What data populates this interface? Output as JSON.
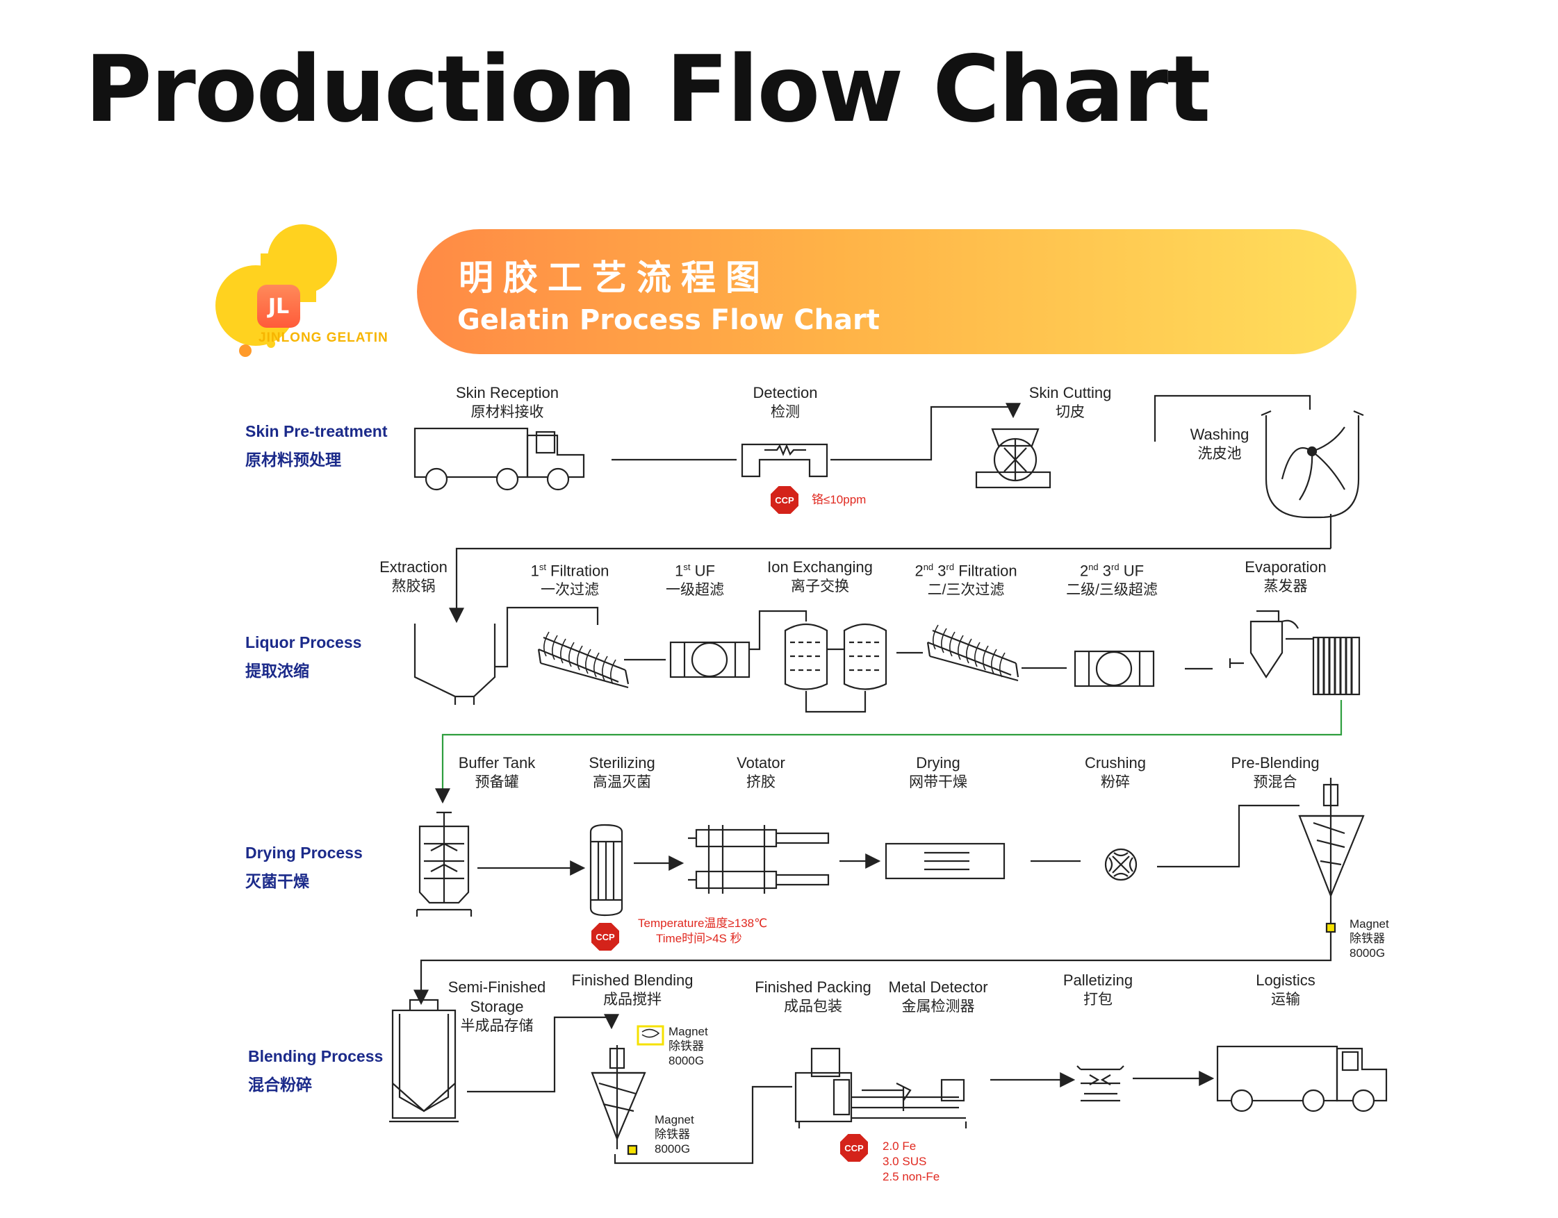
{
  "page": {
    "title": "Production Flow Chart"
  },
  "brand": {
    "logo_mark": "JL",
    "logo_name": "JINLONG GELATIN"
  },
  "banner": {
    "title_cn": "明胶工艺流程图",
    "title_en": "Gelatin Process Flow Chart"
  },
  "sections": {
    "skin": {
      "en": "Skin Pre-treatment",
      "cn": "原材料预处理"
    },
    "liquor": {
      "en": "Liquor Process",
      "cn": "提取浓缩"
    },
    "drying": {
      "en": "Drying Process",
      "cn": "灭菌干燥"
    },
    "blending": {
      "en": "Blending Process",
      "cn": "混合粉碎"
    }
  },
  "steps": {
    "skin_reception": {
      "en": "Skin Reception",
      "cn": "原材料接收"
    },
    "detection": {
      "en": "Detection",
      "cn": "检测"
    },
    "skin_cutting": {
      "en": "Skin Cutting",
      "cn": "切皮"
    },
    "washing": {
      "en": "Washing",
      "cn": "洗皮池"
    },
    "extraction": {
      "en": "Extraction",
      "cn": "熬胶锅"
    },
    "filtration1": {
      "sup": "st",
      "pre": "1",
      "en": " Filtration",
      "cn": "一次过滤"
    },
    "uf1": {
      "sup": "st",
      "pre": "1",
      "en": " UF",
      "cn": "一级超滤"
    },
    "ion": {
      "en": "Ion Exchanging",
      "cn": "离子交换"
    },
    "filtration23": {
      "pre": "2",
      "sup": "nd",
      "mid": " 3",
      "sup2": "rd",
      "en": " Filtration",
      "cn": "二/三次过滤"
    },
    "uf23": {
      "pre": "2",
      "sup": "nd",
      "mid": " 3",
      "sup2": "rd",
      "en": " UF",
      "cn": "二级/三级超滤"
    },
    "evaporation": {
      "en": "Evaporation",
      "cn": "蒸发器"
    },
    "buffer": {
      "en": "Buffer Tank",
      "cn": "预备罐"
    },
    "sterilizing": {
      "en": "Sterilizing",
      "cn": "高温灭菌"
    },
    "votator": {
      "en": "Votator",
      "cn": "挤胶"
    },
    "drying": {
      "en": "Drying",
      "cn": "网带干燥"
    },
    "crushing": {
      "en": "Crushing",
      "cn": "粉碎"
    },
    "preblending": {
      "en": "Pre-Blending",
      "cn": "预混合"
    },
    "semifinished": {
      "en1": "Semi-Finished",
      "en2": "Storage",
      "cn": "半成品存储"
    },
    "finishedblending": {
      "en": "Finished Blending",
      "cn": "成品搅拌"
    },
    "finishedpacking": {
      "en": "Finished Packing",
      "cn": "成品包装"
    },
    "metaldetector": {
      "en": "Metal Detector",
      "cn": "金属检测器"
    },
    "palletizing": {
      "en": "Palletizing",
      "cn": "打包"
    },
    "logistics": {
      "en": "Logistics",
      "cn": "运输"
    }
  },
  "ccp": {
    "badge": "CCP",
    "detection_note": "铬≤10ppm",
    "sterilizing_note1": "Temperature温度≥138℃",
    "sterilizing_note2": "Time时间>4S 秒",
    "metal_fe": "2.0 Fe",
    "metal_sus": "3.0 SUS",
    "metal_nonfe": "2.5 non-Fe"
  },
  "magnet": {
    "label": "Magnet",
    "cn": "除铁器",
    "value": "8000G"
  },
  "colors": {
    "section": "#1b2a8a",
    "ccp": "#d4231a",
    "note": "#e0281f",
    "link_green": "#2e9e3e",
    "banner_start": "#ff8a45",
    "banner_end": "#ffdf5c",
    "logo_yellow": "#ffd21f"
  }
}
